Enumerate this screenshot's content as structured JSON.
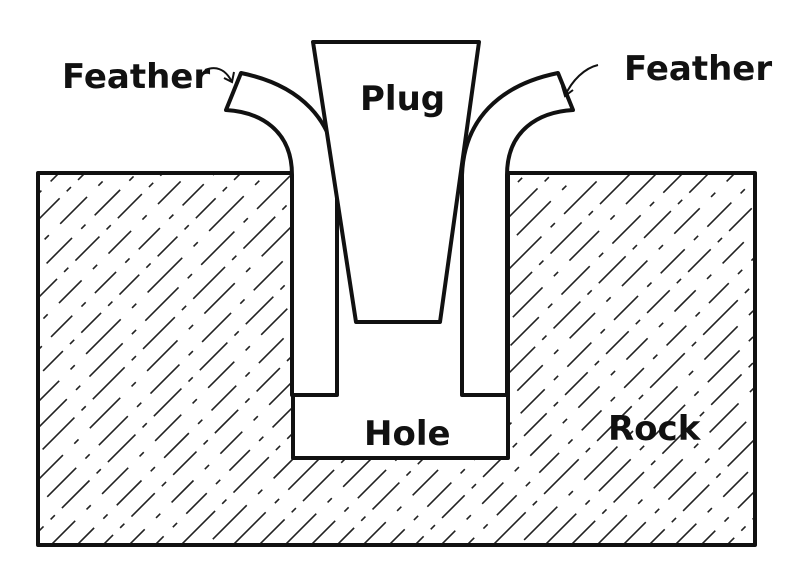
{
  "labels": {
    "feather_left": "Feather",
    "feather_right": "Feather",
    "plug": "Plug",
    "hole": "Hole",
    "rock": "Rock"
  },
  "colors": {
    "ink": "#111111",
    "background": "#ffffff"
  }
}
